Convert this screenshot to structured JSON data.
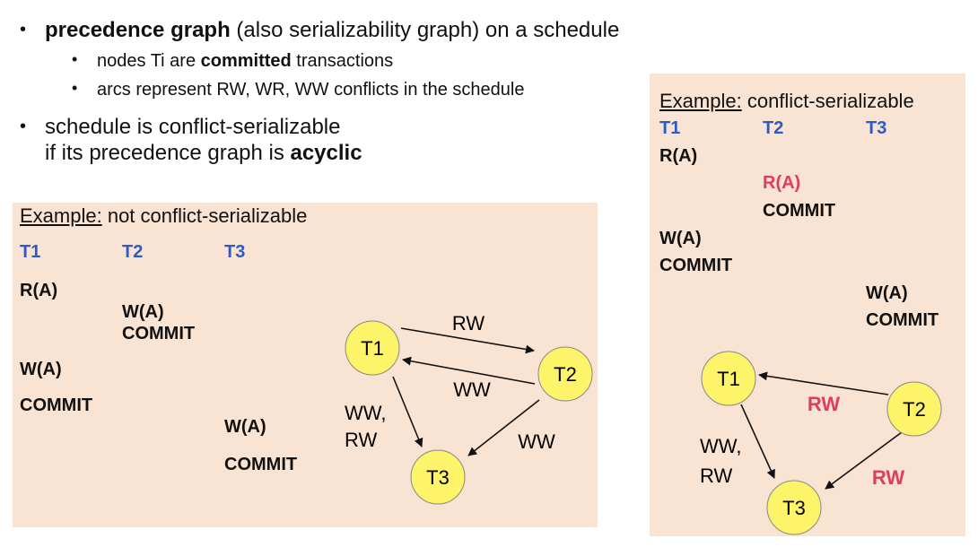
{
  "bullets": {
    "b1": {
      "bold": "precedence graph",
      "rest": " (also serializability graph) on a schedule"
    },
    "b1_sub1": {
      "pre": "nodes Ti are ",
      "bold": "committed",
      "post": " transactions"
    },
    "b1_sub2": "arcs represent RW, WR, WW conflicts in the schedule",
    "b2_line1": "schedule is conflict-serializable",
    "b2_line2_pre": "if its precedence graph is ",
    "b2_line2_bold": "acyclic"
  },
  "left_example": {
    "title_u": "Example:",
    "title_rest": " not conflict-serializable",
    "cols": [
      "T1",
      "T2",
      "T3"
    ],
    "ops": {
      "t1_r": "R(A)",
      "t2_w": "W(A)",
      "t2_c": "COMMIT",
      "t1_w": "W(A)",
      "t1_c": "COMMIT",
      "t3_w": "W(A)",
      "t3_c": "COMMIT"
    },
    "graph": {
      "nodes": [
        "T1",
        "T2",
        "T3"
      ],
      "edge_t1_t2": "RW",
      "edge_t2_t1": "WW",
      "edge_t1_t3_a": "WW,",
      "edge_t1_t3_b": "RW",
      "edge_t2_t3": "WW"
    }
  },
  "right_example": {
    "title_u": "Example:",
    "title_rest": " conflict-serializable",
    "cols": [
      "T1",
      "T2",
      "T3"
    ],
    "ops": {
      "t1_r": "R(A)",
      "t2_r": "R(A)",
      "t2_c": "COMMIT",
      "t1_w": "W(A)",
      "t1_c": "COMMIT",
      "t3_w": "W(A)",
      "t3_c": "COMMIT"
    },
    "graph": {
      "nodes": [
        "T1",
        "T2",
        "T3"
      ],
      "edge_t2_t1": "RW",
      "edge_t1_t3_a": "WW,",
      "edge_t1_t3_b": "RW",
      "edge_t2_t3": "RW"
    }
  },
  "colors": {
    "panel_bg": "#f9e3d3",
    "tx_head_blue": "#2b5bc6",
    "highlight_red": "#e03b62",
    "node_fill": "#fdf46a"
  }
}
